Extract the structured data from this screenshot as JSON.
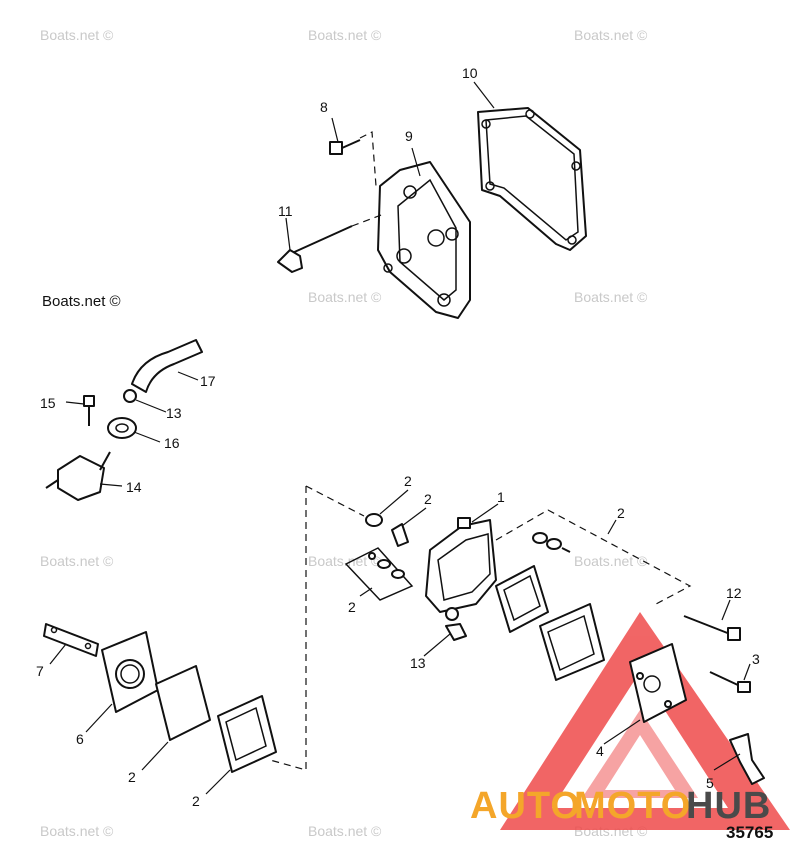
{
  "watermarks": [
    "Boats.net ©",
    "Boats.net ©",
    "Boats.net ©",
    "Boats.net ©",
    "Boats.net ©",
    "Boats.net ©",
    "Boats.net ©",
    "Boats.net ©",
    "Boats.net ©",
    "Boats.net ©",
    "Boats.net ©",
    "Boats.net ©"
  ],
  "callouts": [
    "1",
    "2",
    "2",
    "2",
    "2",
    "2",
    "2",
    "3",
    "4",
    "5",
    "6",
    "7",
    "8",
    "9",
    "10",
    "11",
    "12",
    "13",
    "13",
    "14",
    "15",
    "16",
    "17"
  ],
  "diagram_code": "35765",
  "logo": {
    "auto": "AUTO",
    "moto": "MOTO",
    "hub": "HUB",
    "accent": "#f4a62a",
    "dark": "#4a4a4a",
    "triangle_color": "#ef3b3b"
  }
}
